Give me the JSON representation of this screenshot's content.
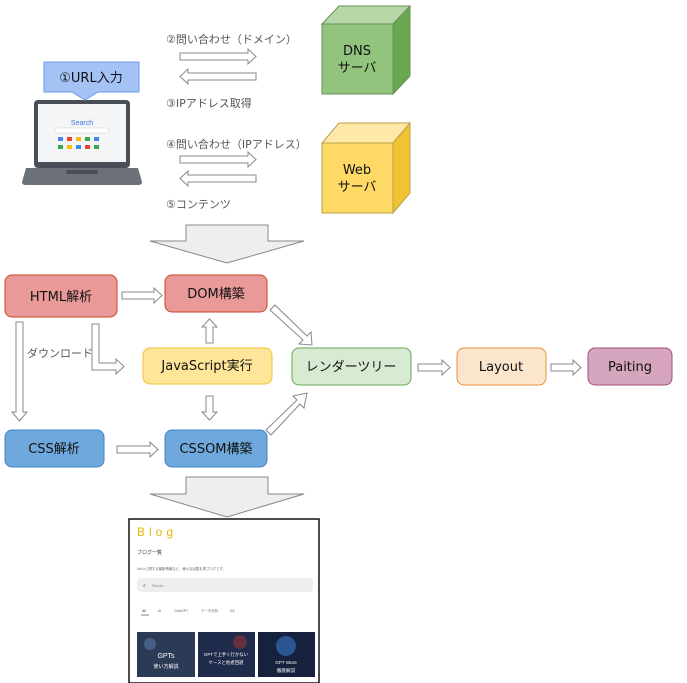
{
  "browser": {
    "callout": "①URL入力",
    "search_word": "Search"
  },
  "dns_flow": {
    "query": "②問い合わせ（ドメイン）",
    "response": "③IPアドレス取得",
    "server_line1": "DNS",
    "server_line2": "サーバ"
  },
  "web_flow": {
    "query": "④問い合わせ（IPアドレス）",
    "response": "⑤コンテンツ",
    "server_line1": "Web",
    "server_line2": "サーバ"
  },
  "pipeline": {
    "html_parse": "HTML解析",
    "dom_build": "DOM構築",
    "download": "ダウンロード",
    "javascript": "JavaScript実行",
    "render_tree": "レンダーツリー",
    "layout": "Layout",
    "painting": "Paiting",
    "css_parse": "CSS解析",
    "cssom_build": "CSSOM構築"
  },
  "colors": {
    "html_fill": "#ea9999",
    "html_stroke": "#cc4125",
    "js_fill": "#ffe599",
    "js_stroke": "#f1c232",
    "render_fill": "#d9ead3",
    "render_stroke": "#6aa84f",
    "layout_fill": "#fce5cd",
    "layout_stroke": "#e69138",
    "paint_fill": "#d5a6bd",
    "paint_stroke": "#a64d79",
    "css_fill": "#6fa8dc",
    "css_stroke": "#3d85c6",
    "dns_front": "#93c47d",
    "web_front": "#ffd966",
    "callout_fill": "#a4c2f4"
  },
  "blog": {
    "title": "Blog",
    "subtitle": "ブログ一覧",
    "description": "NoLoと関する最新情報など、様々な記載を掲ブログです。",
    "search_placeholder": "Search",
    "tabs": [
      "All",
      "AI",
      "ChatGPT",
      "データ分析",
      "DX"
    ],
    "thumbnails": [
      {
        "line1": "GPTs",
        "line2": "使い方解説",
        "color": "#2b3a55"
      },
      {
        "line1": "GPTで上手く行かない",
        "line2": "ケースと他者回避",
        "color": "#1f2b4a"
      },
      {
        "line1": "GPT Store",
        "line2": "徹底解説",
        "color": "#16223d"
      }
    ]
  }
}
